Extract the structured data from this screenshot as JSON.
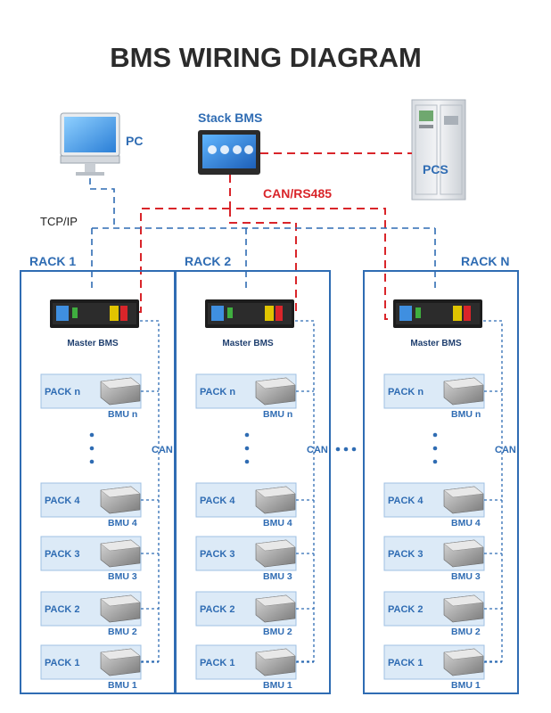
{
  "title": "BMS WIRING DIAGRAM",
  "devices": {
    "pc": "PC",
    "stack_bms": "Stack BMS",
    "pcs": "PCS"
  },
  "links": {
    "can_rs485": "CAN/RS485",
    "tcp_ip": "TCP/IP",
    "can": "CAN"
  },
  "racks": [
    {
      "label": "RACK 1",
      "master": "Master BMS",
      "packs": [
        {
          "pack": "PACK n",
          "bmu": "BMU n"
        },
        {
          "pack": "PACK 4",
          "bmu": "BMU 4"
        },
        {
          "pack": "PACK 3",
          "bmu": "BMU 3"
        },
        {
          "pack": "PACK 2",
          "bmu": "BMU 2"
        },
        {
          "pack": "PACK 1",
          "bmu": "BMU 1"
        }
      ]
    },
    {
      "label": "RACK 2",
      "master": "Master BMS",
      "packs": [
        {
          "pack": "PACK n",
          "bmu": "BMU n"
        },
        {
          "pack": "PACK 4",
          "bmu": "BMU 4"
        },
        {
          "pack": "PACK 3",
          "bmu": "BMU 3"
        },
        {
          "pack": "PACK 2",
          "bmu": "BMU 2"
        },
        {
          "pack": "PACK 1",
          "bmu": "BMU 1"
        }
      ]
    },
    {
      "label": "RACK N",
      "master": "Master BMS",
      "packs": [
        {
          "pack": "PACK n",
          "bmu": "BMU n"
        },
        {
          "pack": "PACK 4",
          "bmu": "BMU 4"
        },
        {
          "pack": "PACK 3",
          "bmu": "BMU 3"
        },
        {
          "pack": "PACK 2",
          "bmu": "BMU 2"
        },
        {
          "pack": "PACK 1",
          "bmu": "BMU 1"
        }
      ]
    }
  ],
  "colors": {
    "rack_border": "#2f6cb3",
    "pack_fill": "#dceaf7",
    "can_line": "#d9252a",
    "tcp_line": "#2f6cb3"
  }
}
